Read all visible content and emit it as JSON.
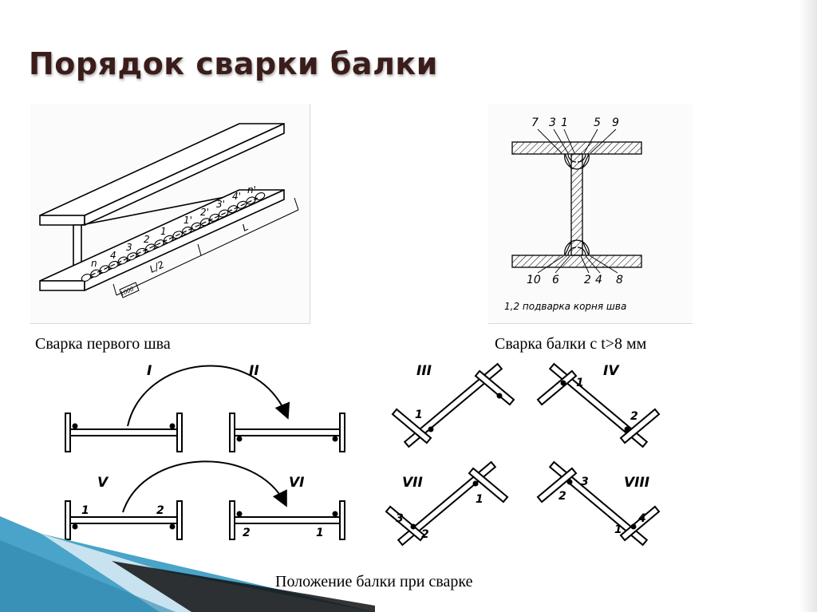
{
  "slide": {
    "title": "Порядок сварки балки",
    "captions": {
      "first_weld": "Сварка первого шва",
      "beam_thick": "Сварка балки с t>8 мм",
      "positions": "Положение балки при сварке"
    }
  },
  "isometric": {
    "weld_labels": [
      "n",
      "4",
      "3",
      "2",
      "1",
      "1'",
      "2'",
      "3'",
      "4'",
      "n'"
    ],
    "dim_half": "L/2",
    "dim_full": "L",
    "dim_small": "1000"
  },
  "section": {
    "top_labels": [
      "7",
      "3",
      "1",
      "5",
      "9"
    ],
    "bottom_labels": [
      "10",
      "6",
      "2",
      "4",
      "8"
    ],
    "note": "1,2 подварка корня шва"
  },
  "positions": {
    "roman": [
      "I",
      "II",
      "III",
      "IV",
      "V",
      "VI",
      "VII",
      "VIII"
    ],
    "weld_numbers": {
      "III": [
        "1"
      ],
      "IV": [
        "1",
        "2"
      ],
      "V": [
        "1",
        "2"
      ],
      "VI": [
        "2",
        "1"
      ],
      "VII": [
        "1",
        "3",
        "2"
      ],
      "VIII": [
        "3",
        "2",
        "1",
        "4"
      ]
    }
  },
  "colors": {
    "title": "#3a1d1a",
    "deco_blue": "#4aa3c8",
    "deco_dark": "#111111"
  }
}
